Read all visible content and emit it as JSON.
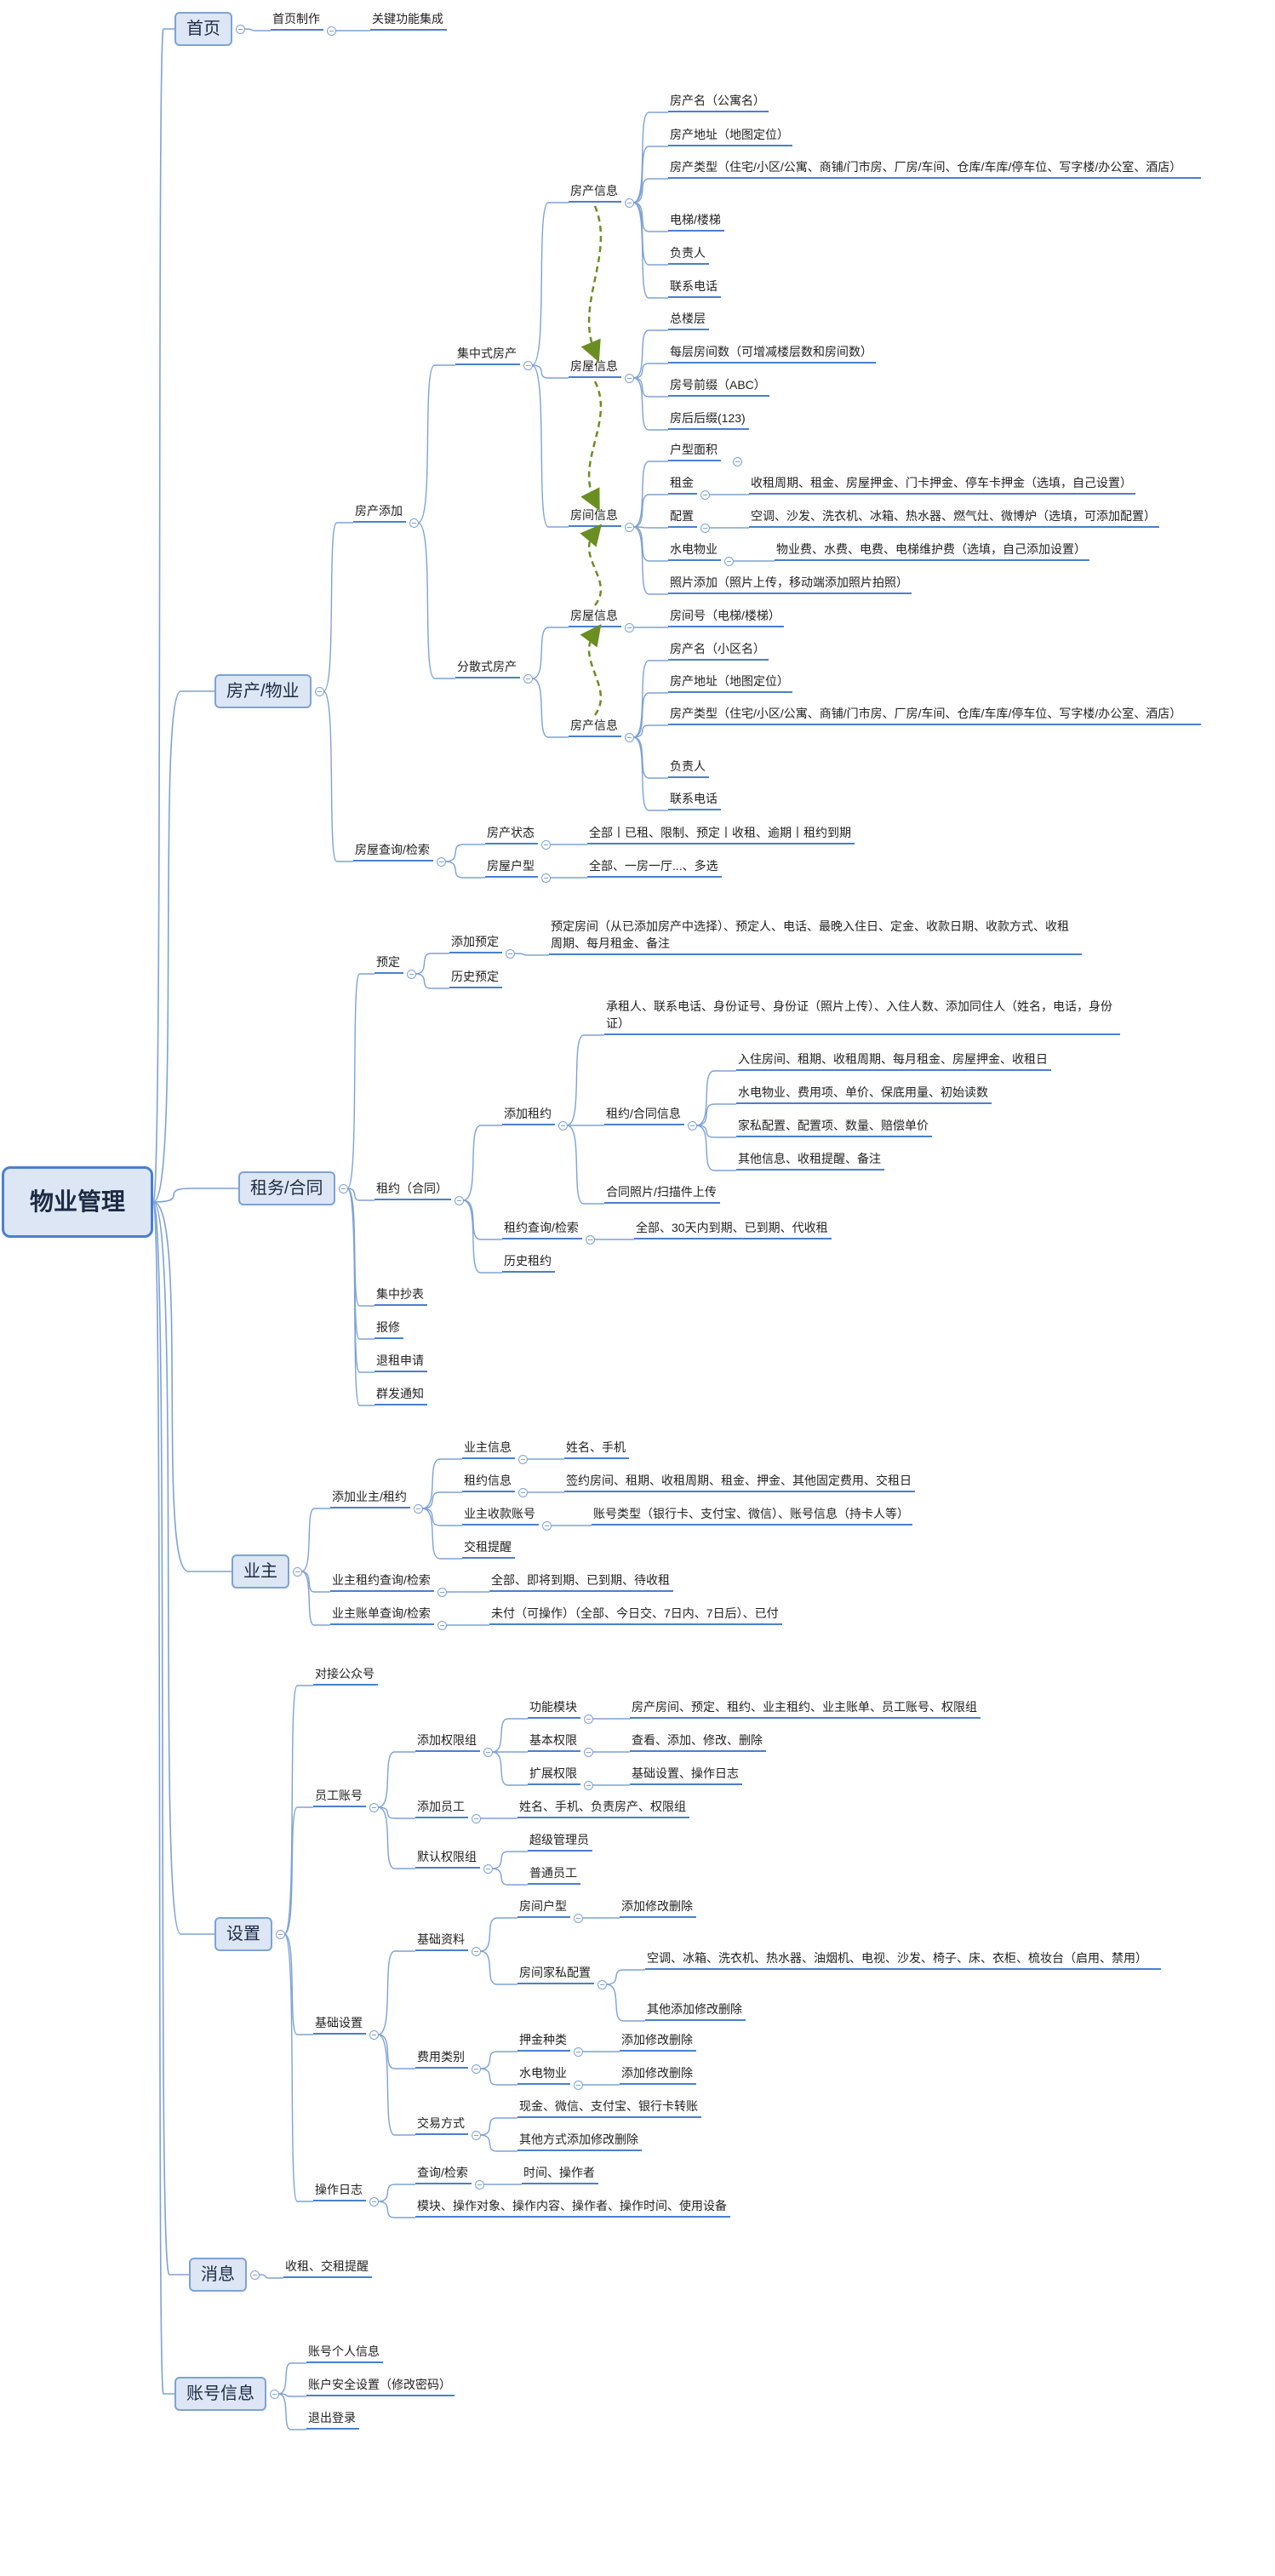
{
  "root": {
    "label": "物业管理",
    "children": [
      {
        "id": "home",
        "label": "首页",
        "children": [
          {
            "label": "首页制作",
            "children": [
              {
                "label": "关键功能集成"
              }
            ]
          }
        ]
      },
      {
        "id": "property",
        "label": "房产/物业",
        "children": [
          {
            "label": "房产添加",
            "children": [
              {
                "label": "集中式房产",
                "children": [
                  {
                    "label": "房产信息",
                    "children": [
                      {
                        "label": "房产名（公寓名）"
                      },
                      {
                        "label": "房产地址（地图定位）"
                      },
                      {
                        "label": "房产类型（住宅/小区/公寓、商铺/门市房、厂房/车间、仓库/车库/停车位、写字楼/办公室、酒店）"
                      },
                      {
                        "label": "电梯/楼梯"
                      },
                      {
                        "label": "负责人"
                      },
                      {
                        "label": "联系电话"
                      }
                    ]
                  },
                  {
                    "label": "房屋信息",
                    "children": [
                      {
                        "label": "总楼层"
                      },
                      {
                        "label": "每层房间数（可增减楼层数和房间数）"
                      },
                      {
                        "label": "房号前缀（ABC）"
                      },
                      {
                        "label": "房后后缀(123)"
                      }
                    ]
                  },
                  {
                    "label": "房间信息",
                    "children": [
                      {
                        "label": "户型面积",
                        "children": []
                      },
                      {
                        "label": "租金",
                        "children": [
                          {
                            "label": "收租周期、租金、房屋押金、门卡押金、停车卡押金（选填，自己设置）"
                          }
                        ]
                      },
                      {
                        "label": "配置",
                        "children": [
                          {
                            "label": "空调、沙发、洗衣机、冰箱、热水器、燃气灶、微博炉（选填，可添加配置）"
                          }
                        ]
                      },
                      {
                        "label": "水电物业",
                        "children": [
                          {
                            "label": "物业费、水费、电费、电梯维护费（选填，自己添加设置）"
                          }
                        ]
                      },
                      {
                        "label": "照片添加（照片上传，移动端添加照片拍照）"
                      }
                    ]
                  }
                ]
              },
              {
                "label": "分散式房产",
                "children": [
                  {
                    "label": "房屋信息",
                    "children": [
                      {
                        "label": "房间号（电梯/楼梯）"
                      }
                    ]
                  },
                  {
                    "label": "房产信息",
                    "children": [
                      {
                        "label": "房产名（小区名）"
                      },
                      {
                        "label": "房产地址（地图定位）"
                      },
                      {
                        "label": "房产类型（住宅/小区/公寓、商铺/门市房、厂房/车间、仓库/车库/停车位、写字楼/办公室、酒店）"
                      },
                      {
                        "label": "负责人"
                      },
                      {
                        "label": "联系电话"
                      }
                    ]
                  }
                ]
              }
            ]
          },
          {
            "label": "房屋查询/检索",
            "children": [
              {
                "label": "房产状态",
                "children": [
                  {
                    "label": "全部丨已租、限制、预定丨收租、逾期丨租约到期"
                  }
                ]
              },
              {
                "label": "房屋户型",
                "children": [
                  {
                    "label": "全部、一房一厅...、多选"
                  }
                ]
              }
            ]
          }
        ]
      },
      {
        "id": "lease",
        "label": "租务/合同",
        "children": [
          {
            "label": "预定",
            "children": [
              {
                "label": "添加预定",
                "children": [
                  {
                    "label": "预定房间（从已添加房产中选择）、预定人、电话、最晚入住日、定金、收款日期、收款方式、收租周期、每月租金、备注"
                  }
                ]
              },
              {
                "label": "历史预定"
              }
            ]
          },
          {
            "label": "租约（合同）",
            "children": [
              {
                "label": "添加租约",
                "children": [
                  {
                    "label": "承租人、联系电话、身份证号、身份证（照片上传）、入住人数、添加同住人（姓名，电话，身份证）"
                  },
                  {
                    "label": "租约/合同信息",
                    "children": [
                      {
                        "label": "入住房间、租期、收租周期、每月租金、房屋押金、收租日"
                      },
                      {
                        "label": "水电物业、费用项、单价、保底用量、初始读数"
                      },
                      {
                        "label": "家私配置、配置项、数量、赔偿单价"
                      },
                      {
                        "label": "其他信息、收租提醒、备注"
                      }
                    ]
                  },
                  {
                    "label": "合同照片/扫描件上传"
                  }
                ]
              },
              {
                "label": "租约查询/检索",
                "children": [
                  {
                    "label": "全部、30天内到期、已到期、代收租"
                  }
                ]
              },
              {
                "label": "历史租约"
              }
            ]
          },
          {
            "label": "集中抄表"
          },
          {
            "label": "报修"
          },
          {
            "label": "退租申请"
          },
          {
            "label": "群发通知"
          }
        ]
      },
      {
        "id": "owner",
        "label": "业主",
        "children": [
          {
            "label": "添加业主/租约",
            "children": [
              {
                "label": "业主信息",
                "children": [
                  {
                    "label": "姓名、手机"
                  }
                ]
              },
              {
                "label": "租约信息",
                "children": [
                  {
                    "label": "签约房间、租期、收租周期、租金、押金、其他固定费用、交租日"
                  }
                ]
              },
              {
                "label": "业主收款账号",
                "children": [
                  {
                    "label": "账号类型（银行卡、支付宝、微信）、账号信息（持卡人等）"
                  }
                ]
              },
              {
                "label": "交租提醒"
              }
            ]
          },
          {
            "label": "业主租约查询/检索",
            "children": [
              {
                "label": "全部、即将到期、已到期、待收租"
              }
            ]
          },
          {
            "label": "业主账单查询/检索",
            "children": [
              {
                "label": "未付（可操作）（全部、今日交、7日内、7日后）、已付"
              }
            ]
          }
        ]
      },
      {
        "id": "settings",
        "label": "设置",
        "children": [
          {
            "label": "对接公众号"
          },
          {
            "label": "员工账号",
            "children": [
              {
                "label": "添加权限组",
                "children": [
                  {
                    "label": "功能模块",
                    "children": [
                      {
                        "label": "房产房间、预定、租约、业主租约、业主账单、员工账号、权限组"
                      }
                    ]
                  },
                  {
                    "label": "基本权限",
                    "children": [
                      {
                        "label": "查看、添加、修改、删除"
                      }
                    ]
                  },
                  {
                    "label": "扩展权限",
                    "children": [
                      {
                        "label": "基础设置、操作日志"
                      }
                    ]
                  }
                ]
              },
              {
                "label": "添加员工",
                "children": [
                  {
                    "label": "姓名、手机、负责房产、权限组"
                  }
                ]
              },
              {
                "label": "默认权限组",
                "children": [
                  {
                    "label": "超级管理员"
                  },
                  {
                    "label": "普通员工"
                  }
                ]
              }
            ]
          },
          {
            "label": "基础设置",
            "children": [
              {
                "label": "基础资料",
                "children": [
                  {
                    "label": "房间户型",
                    "children": [
                      {
                        "label": "添加修改删除"
                      }
                    ]
                  },
                  {
                    "label": "房间家私配置",
                    "children": [
                      {
                        "label": "空调、冰箱、洗衣机、热水器、油烟机、电视、沙发、椅子、床、衣柜、梳妆台（启用、禁用）"
                      },
                      {
                        "label": "其他添加修改删除"
                      }
                    ]
                  }
                ]
              },
              {
                "label": "费用类别",
                "children": [
                  {
                    "label": "押金种类",
                    "children": [
                      {
                        "label": "添加修改删除"
                      }
                    ]
                  },
                  {
                    "label": "水电物业",
                    "children": [
                      {
                        "label": "添加修改删除"
                      }
                    ]
                  }
                ]
              },
              {
                "label": "交易方式",
                "children": [
                  {
                    "label": "现金、微信、支付宝、银行卡转账"
                  },
                  {
                    "label": "其他方式添加修改删除"
                  }
                ]
              }
            ]
          },
          {
            "label": "操作日志",
            "children": [
              {
                "label": "查询/检索",
                "children": [
                  {
                    "label": "时间、操作者"
                  }
                ]
              },
              {
                "label": "模块、操作对象、操作内容、操作者、操作时间、使用设备"
              }
            ]
          }
        ]
      },
      {
        "id": "msg",
        "label": "消息",
        "children": [
          {
            "label": "收租、交租提醒"
          }
        ]
      },
      {
        "id": "account",
        "label": "账号信息",
        "children": [
          {
            "label": "账号个人信息"
          },
          {
            "label": "账户安全设置（修改密码）"
          },
          {
            "label": "退出登录"
          }
        ]
      }
    ]
  },
  "colors": {
    "line": "#7ea2d6",
    "underline": "#4a7fcf",
    "box_fill": "#dce6f4",
    "dashed_arrow": "#6b8e23"
  }
}
